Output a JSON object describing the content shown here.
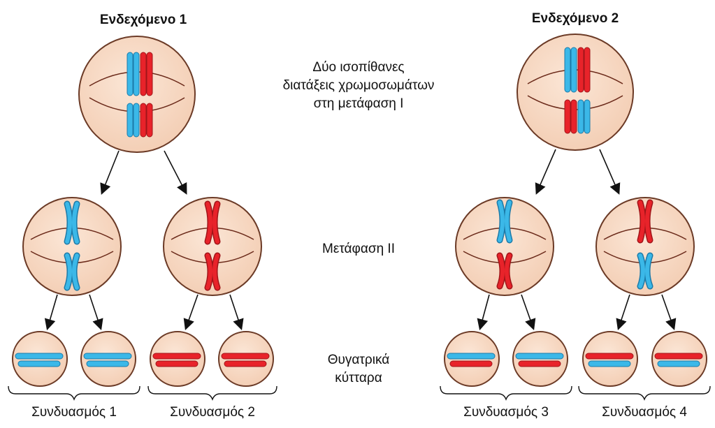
{
  "scenario1": {
    "title": "Ενδεχόμενο 1"
  },
  "scenario2": {
    "title": "Ενδεχόμενο 2"
  },
  "stages": {
    "metaphase1": [
      "Δύο ισοπίθανες",
      "διατάξεις χρωμοσωμάτων",
      "στη μετάφαση I"
    ],
    "metaphase2": "Μετάφαση II",
    "daughter": [
      "Θυγατρικά",
      "κύτταρα"
    ]
  },
  "combinations": [
    "Συνδυασμός 1",
    "Συνδυασμός 2",
    "Συνδυασμός 3",
    "Συνδυασμός 4"
  ],
  "colors": {
    "cell_fill": "#f6d6c0",
    "cell_stroke": "#6b3a26",
    "spindle": "#6b2a1a",
    "blue": "#3bb8e8",
    "red": "#e8232a",
    "arrow": "#111111"
  }
}
